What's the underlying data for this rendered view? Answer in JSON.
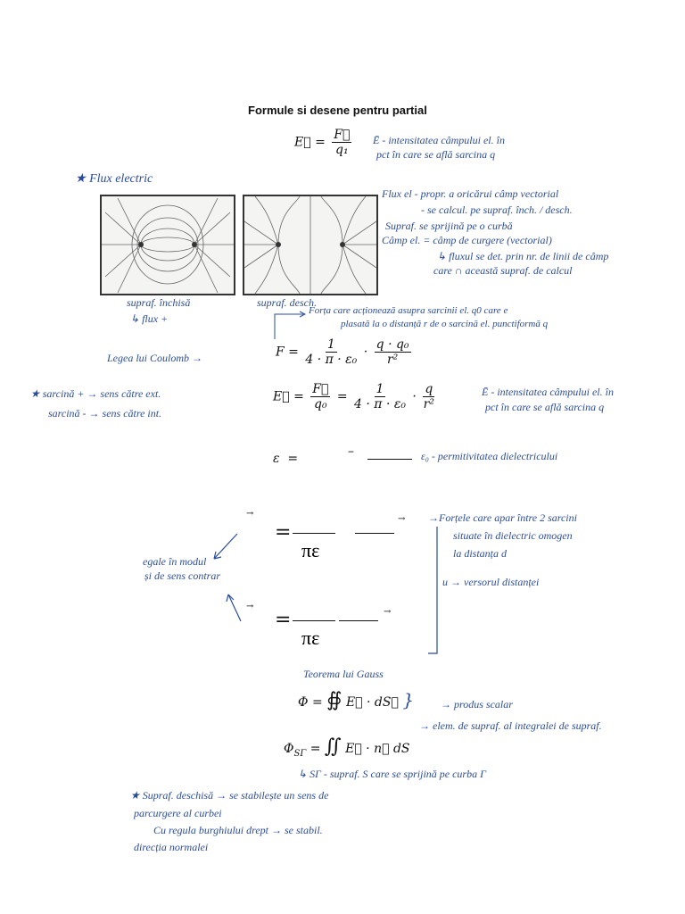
{
  "title": "Formule si desene pentru partial",
  "colors": {
    "ink": "#2b4c9b",
    "text": "#111111"
  },
  "notes": {
    "e_def_1": "Ē - intensitatea câmpului el. în",
    "e_def_2": "pct în care se află sarcina q",
    "flux_heading": "Flux electric",
    "flux_1": "Flux el - propr. a oricărui câmp vectorial",
    "flux_2": "- se calcul. pe supraf. înch. / desch.",
    "flux_3": "Supraf. se sprijină pe o curbă",
    "flux_4": "Câmp el. = câmp de curgere (vectorial)",
    "flux_5": "fluxul se det. prin nr. de linii de câmp",
    "flux_6": "care ∩ această supraf. de calcul",
    "closed_surface": "supraf. închisă",
    "flux_plus": "flux +",
    "open_surface": "supraf. desch.",
    "coulomb_label": "Legea lui Coulomb",
    "force_1": "Forța care acționează asupra sarcinii el. q0 care e",
    "force_2": "plasată la o distanță r de o sarcină el. punctiformă q",
    "e_def2_1": "Ē - intensitatea câmpului el. în",
    "e_def2_2": "pct în care se află sarcina q",
    "charge_plus": "sarcină + → sens către ext.",
    "charge_minus": "sarcină - → sens către int.",
    "permittivity": "ε₀ - permitivitatea dielectricului",
    "equal": "egale în modul",
    "opposite": "și de sens contrar",
    "forces_1": "Forțele care apar între 2 sarcini",
    "forces_2": "situate în  dielectric omogen",
    "forces_3": "la distanța d",
    "versor": "u → versorul distanței",
    "gauss": "Teorema lui Gauss",
    "scalar": "produs scalar",
    "elem": "elem. de supraf. al integralei de supraf.",
    "sgamma": "SΓ - supraf. S care se sprijină pe curba Γ",
    "open_1": "Supraf. deschisă → se stabilește un sens de",
    "open_2": "parcurgere al curbei",
    "open_3": "Cu regula burghiului drept → se stabil.",
    "open_4": "direcția normalei"
  },
  "formulas": {
    "E": "E⃗",
    "F": "F⃗",
    "q1": "q₁",
    "q0": "q₀",
    "Fsym": "F",
    "one": "1",
    "den": "4 · π · ε₀",
    "qq0": "q · q₀",
    "r2": "r²",
    "q": "q",
    "eq": "=",
    "dot": "·",
    "eps": "ε",
    "minus": "–",
    "pieps": "πε",
    "arrow": "→",
    "phi": "Φ",
    "oint": "∯",
    "E_dS": "E⃗ · dS⃗",
    "brace": "}",
    "phi_sg": "Φ",
    "sub_sg": "SΓ",
    "iint": "∬",
    "E_n_dS": "E⃗ · n⃗  dS"
  }
}
